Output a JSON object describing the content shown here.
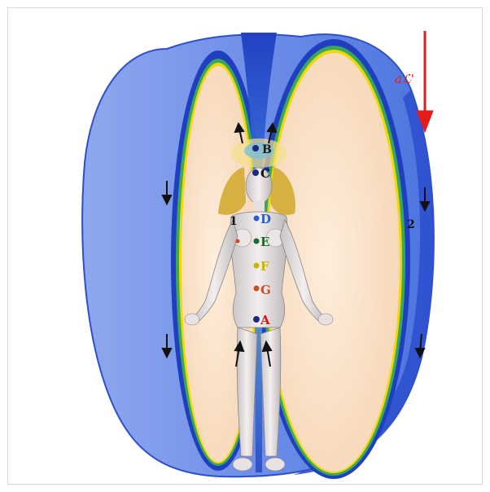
{
  "figure": {
    "region_numbers": [
      "1",
      "2"
    ],
    "points": [
      {
        "id": "B",
        "label": "B",
        "color": "#1a1a1a"
      },
      {
        "id": "C",
        "label": "C",
        "color": "#111111"
      },
      {
        "id": "D",
        "label": "D",
        "color": "#2a5fd0"
      },
      {
        "id": "E",
        "label": "E",
        "color": "#1c6b2a"
      },
      {
        "id": "F",
        "label": "F",
        "color": "#c8b400"
      },
      {
        "id": "G",
        "label": "G",
        "color": "#d04a1a"
      },
      {
        "id": "A",
        "label": "A",
        "color": "#d01818"
      }
    ],
    "force_label": "aℒ'",
    "colors": {
      "outer_blue": "#5a7fe0",
      "deep_blue": "#1f3fc0",
      "inner_field": "#fbe1c6",
      "green_band": "#3aa85a",
      "yellow_band": "#f0d800",
      "arrow_red": "#e41c1c",
      "hair": "#d6b040"
    }
  }
}
